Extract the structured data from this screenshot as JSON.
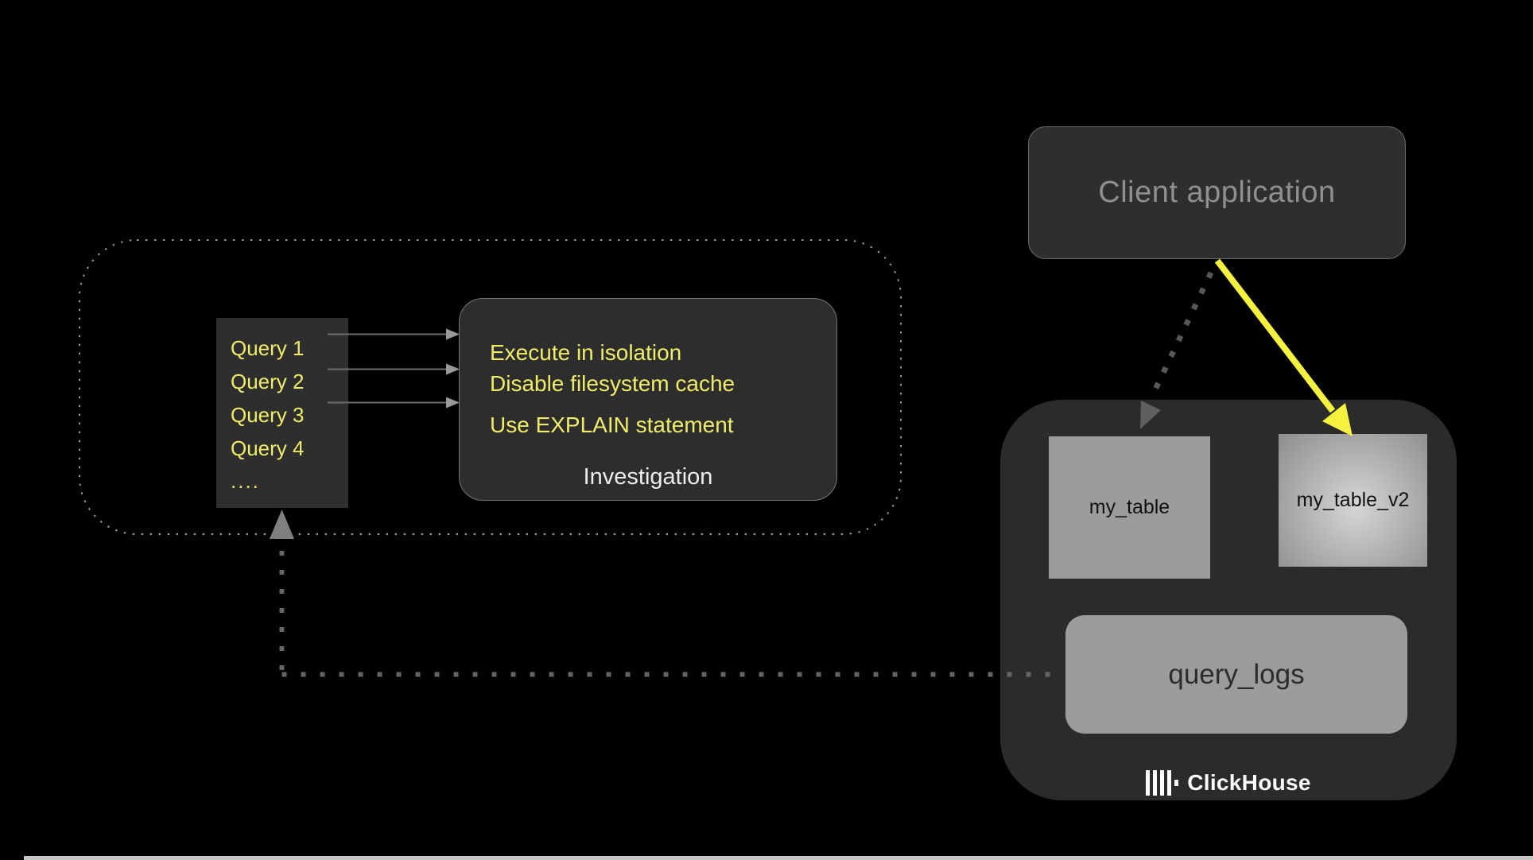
{
  "client": {
    "label": "Client application"
  },
  "workbench": {
    "queries": [
      "Query 1",
      "Query 2",
      "Query 3",
      "Query 4",
      "...."
    ],
    "tips": {
      "line1": "Execute in isolation",
      "line2": "Disable filesystem cache",
      "line3": "Use EXPLAIN statement"
    },
    "caption": "Investigation"
  },
  "clickhouse": {
    "table1": "my_table",
    "table2": "my_table_v2",
    "logs": "query_logs",
    "brand": "ClickHouse"
  },
  "colors": {
    "accent_text_yellow": "#efec6a",
    "arrow_yellow": "#f4f23f",
    "panel_dark": "#2e2e2e",
    "box_gray": "#9c9c9c",
    "connector_gray": "#646464"
  }
}
